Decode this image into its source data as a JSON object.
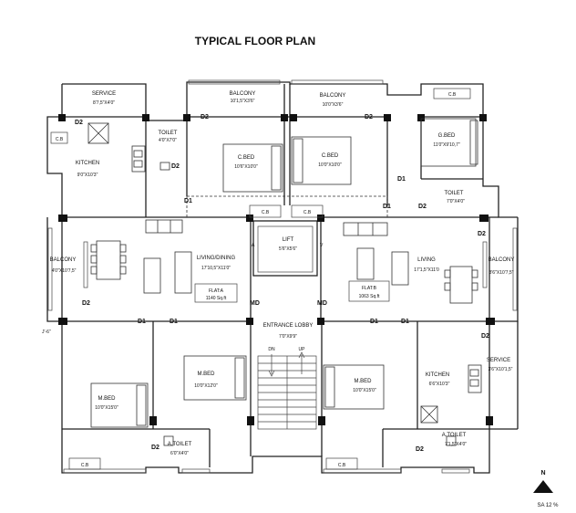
{
  "title": "TYPICAL FLOOR PLAN",
  "rooms": {
    "service_l": {
      "name": "SERVICE",
      "dim": "8'7,5\"X4'0\""
    },
    "toilet_l": {
      "name": "TOILET",
      "dim": "4'0\"X7'0\""
    },
    "balcony_tl": {
      "name": "BALCONY",
      "dim": "10'1,5\"X3'6\""
    },
    "balcony_tr": {
      "name": "BALCONY",
      "dim": "10'0\"X3'6\""
    },
    "kitchen_l": {
      "name": "KITCHEN",
      "dim": "9'0\"X10'3\""
    },
    "cbed_l": {
      "name": "C.BED",
      "dim": "10'6\"X10'0\""
    },
    "cbed_r": {
      "name": "C.BED",
      "dim": "10'0\"X10'0\""
    },
    "gbed": {
      "name": "G.BED",
      "dim": "11'0\"X9'10,7\""
    },
    "toilet_r": {
      "name": "TOILET",
      "dim": "7'0\"X4'0\""
    },
    "balcony_l": {
      "name": "BALCONY",
      "dim": "4'0\"X10'7,5\""
    },
    "living_l": {
      "name": "LIVING/DINING",
      "dim": "17'10,5\"X11'0\""
    },
    "lift": {
      "name": "LIFT",
      "dim": "5'6\"X5'6\""
    },
    "living_r": {
      "name": "LIVING",
      "dim": "17'1,5\"X11'0"
    },
    "balcony_r": {
      "name": "BALCONY",
      "dim": "3'6\"X10'7,5\""
    },
    "entrance": {
      "name": "ENTRANCE LOBBY",
      "dim": "7'0\"X9'9\""
    },
    "mbed_l": {
      "name": "M.BED",
      "dim": "10'0\"X15'0\""
    },
    "mbed_c": {
      "name": "M.BED",
      "dim": "10'0\"X12'0\""
    },
    "mbed_r": {
      "name": "M.BED",
      "dim": "10'0\"X15'0\""
    },
    "kitchen_r": {
      "name": "KITCHEN",
      "dim": "6'6\"X10'3\""
    },
    "service_r": {
      "name": "SERVICE",
      "dim": "3'6\"X10'1,5\""
    },
    "atoilet_l": {
      "name": "A.TOILET",
      "dim": "6'0\"X4'0\""
    },
    "atoilet_r": {
      "name": "A.TOILET",
      "dim": "7'1,5\"X4'0\""
    }
  },
  "flats": {
    "a": {
      "name": "FLAT:A",
      "area": "1140 Sq.ft"
    },
    "b": {
      "name": "FLAT:B",
      "area": "1063 Sq.ft"
    }
  },
  "tags": {
    "cb": "C.B",
    "d1": "D1",
    "d2": "D2",
    "md": "MD",
    "dn": "DN",
    "up": "UP",
    "a": "A",
    "v": "V",
    "dim_mark": "J'-6\""
  },
  "north": {
    "letter": "N",
    "sa": "SA 12 %"
  }
}
